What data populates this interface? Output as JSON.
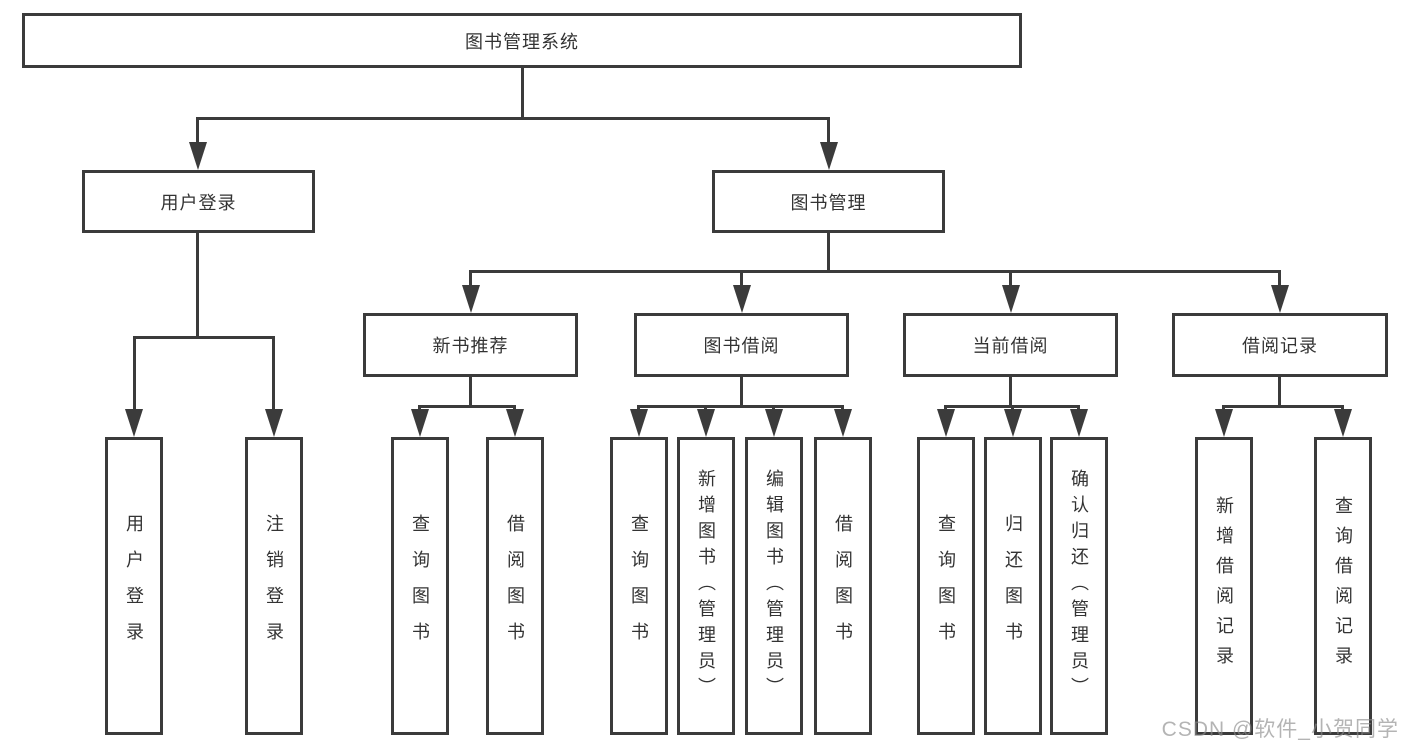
{
  "diagram_title": "图书管理系统",
  "colors": {
    "line": "#3b3b3b",
    "box_border": "#3b3b3b",
    "box_fill": "#ffffff",
    "text": "#333333",
    "watermark": "#8c8c8c",
    "background": "#ffffff"
  },
  "tree": {
    "label": "图书管理系统",
    "children": [
      {
        "label": "用户登录",
        "children": [
          {
            "label": "用户登录"
          },
          {
            "label": "注销登录"
          }
        ]
      },
      {
        "label": "图书管理",
        "children": [
          {
            "label": "新书推荐",
            "children": [
              {
                "label": "查询图书"
              },
              {
                "label": "借阅图书"
              }
            ]
          },
          {
            "label": "图书借阅",
            "children": [
              {
                "label": "查询图书"
              },
              {
                "label": "新增图书（管理员）"
              },
              {
                "label": "编辑图书（管理员）"
              },
              {
                "label": "借阅图书"
              }
            ]
          },
          {
            "label": "当前借阅",
            "children": [
              {
                "label": "查询图书"
              },
              {
                "label": "归还图书"
              },
              {
                "label": "确认归还（管理员）"
              }
            ]
          },
          {
            "label": "借阅记录",
            "children": [
              {
                "label": "新增借阅记录"
              },
              {
                "label": "查询借阅记录"
              }
            ]
          }
        ]
      }
    ]
  },
  "watermark": "CSDN @软件_小贺同学"
}
